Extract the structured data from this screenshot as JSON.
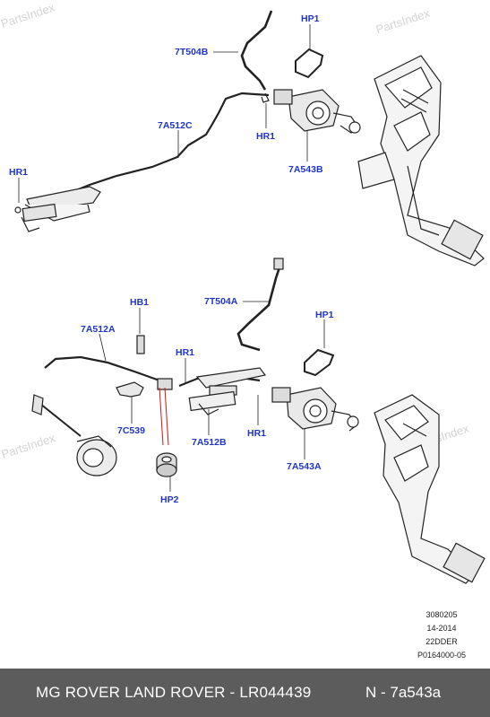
{
  "watermark": "PartsIndex",
  "callouts": {
    "top_7t504b": "7T504B",
    "top_hp1": "HP1",
    "top_7a512c": "7A512C",
    "top_hr1_right": "HR1",
    "top_hr1_left": "HR1",
    "top_7a543b": "7A543B",
    "bot_7t504a": "7T504A",
    "bot_hb1": "HB1",
    "bot_hp1": "HP1",
    "bot_7a512a": "7A512A",
    "bot_hr1_mid": "HR1",
    "bot_7c539": "7C539",
    "bot_7a512b": "7A512B",
    "bot_hr1_right": "HR1",
    "bot_7a543a": "7A543A",
    "bot_hp2": "HP2"
  },
  "reference": {
    "line1": "3080205",
    "line2": "14-2014",
    "line3": "22DDER",
    "line4": "P0164000-05"
  },
  "footer": {
    "brand_part": "MG ROVER LAND ROVER - LR044439",
    "catalog_no": "N - 7a543a"
  }
}
